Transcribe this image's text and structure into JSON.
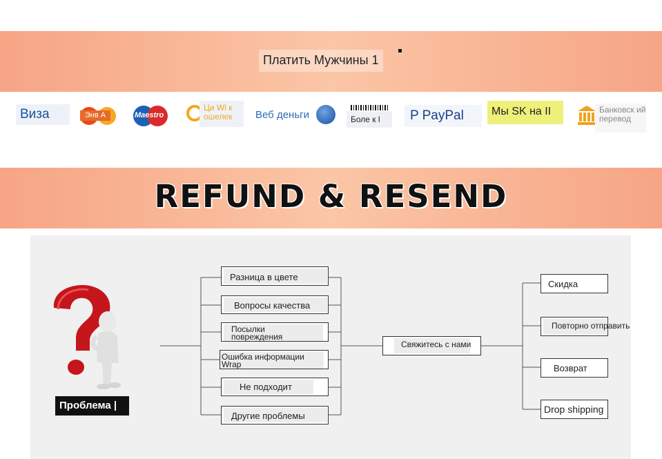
{
  "payment": {
    "title": "Платить Мужчины 1",
    "methods": {
      "visa": "Виза",
      "mastercard": "Энв А",
      "maestro": "Maestro",
      "qiwi": "Ци Wl к ошелек",
      "webmoney": "Веб деньги",
      "boleto": "Боле к l",
      "paypal": "P PayPal",
      "mysk": "Мы SK на II",
      "bank": "Банковск ий перевод"
    }
  },
  "refund": {
    "title": "REFUND & RESEND"
  },
  "flow": {
    "problem_label": "Проблема |",
    "issues": [
      "Разница в цвете",
      "Вопросы качества",
      "Посылки повреждения",
      "Ошибка информации Wrap",
      "Не подходит",
      "Другие проблемы"
    ],
    "contact": "Свяжитесь с нами",
    "solutions": [
      "Скидка",
      "Повторно отправить",
      "Возврат",
      "Drop shipping"
    ]
  },
  "colors": {
    "band": "#f6a585",
    "question_mark": "#c4161c",
    "panel": "#f0f0f0"
  }
}
